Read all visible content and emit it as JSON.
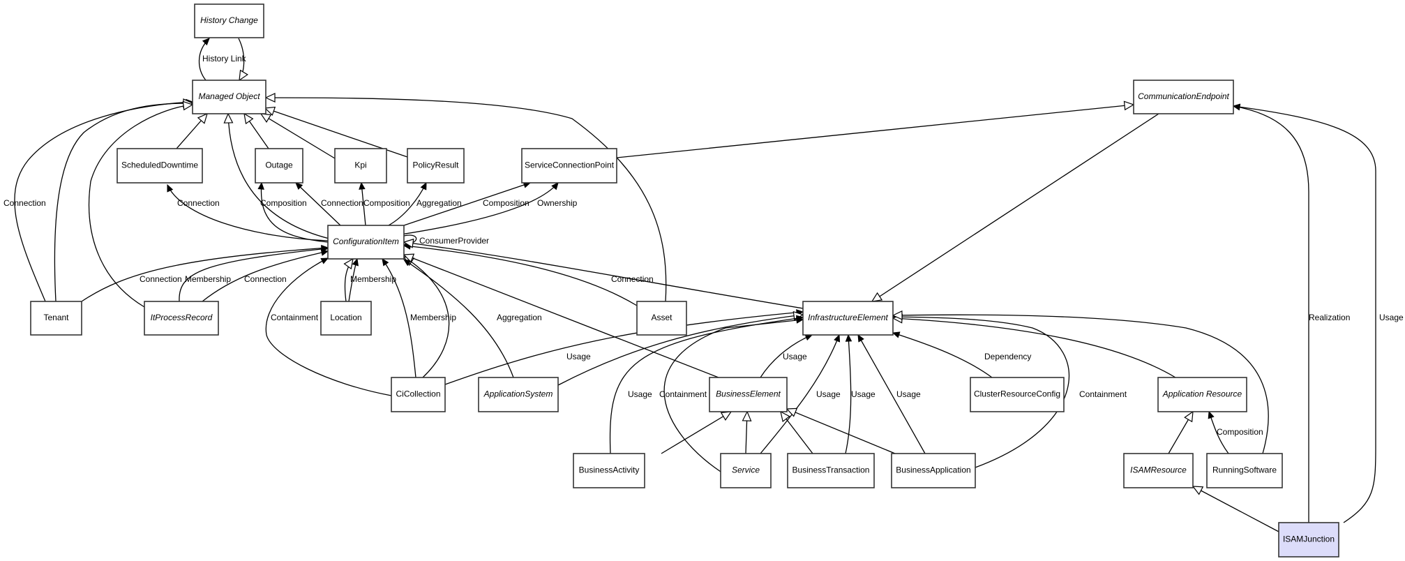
{
  "diagram": {
    "title": "CMDB class model",
    "classes": [
      {
        "id": "history_change",
        "label": "History Change",
        "abstract": true
      },
      {
        "id": "managed_object",
        "label": "Managed Object",
        "abstract": true
      },
      {
        "id": "communication_endpoint",
        "label": "CommunicationEndpoint",
        "abstract": true
      },
      {
        "id": "scheduled_downtime",
        "label": "ScheduledDowntime",
        "abstract": false
      },
      {
        "id": "outage",
        "label": "Outage",
        "abstract": false
      },
      {
        "id": "kpi",
        "label": "Kpi",
        "abstract": false
      },
      {
        "id": "policy_result",
        "label": "PolicyResult",
        "abstract": false
      },
      {
        "id": "service_connection_point",
        "label": "ServiceConnectionPoint",
        "abstract": false
      },
      {
        "id": "configuration_item",
        "label": "ConfigurationItem",
        "abstract": true
      },
      {
        "id": "tenant",
        "label": "Tenant",
        "abstract": false
      },
      {
        "id": "it_process_record",
        "label": "ItProcessRecord",
        "abstract": true
      },
      {
        "id": "location",
        "label": "Location",
        "abstract": false
      },
      {
        "id": "asset",
        "label": "Asset",
        "abstract": false
      },
      {
        "id": "infrastructure_element",
        "label": "InfrastructureElement",
        "abstract": true
      },
      {
        "id": "ci_collection",
        "label": "CiCollection",
        "abstract": false
      },
      {
        "id": "application_system",
        "label": "ApplicationSystem",
        "abstract": true
      },
      {
        "id": "business_element",
        "label": "BusinessElement",
        "abstract": true
      },
      {
        "id": "cluster_resource_config",
        "label": "ClusterResourceConfig",
        "abstract": false
      },
      {
        "id": "application_resource",
        "label": "Application Resource",
        "abstract": true
      },
      {
        "id": "business_activity",
        "label": "BusinessActivity",
        "abstract": false
      },
      {
        "id": "service",
        "label": "Service",
        "abstract": true
      },
      {
        "id": "business_transaction",
        "label": "BusinessTransaction",
        "abstract": false
      },
      {
        "id": "business_application",
        "label": "BusinessApplication",
        "abstract": false
      },
      {
        "id": "isam_resource",
        "label": "ISAMResource",
        "abstract": true
      },
      {
        "id": "running_software",
        "label": "RunningSoftware",
        "abstract": false
      },
      {
        "id": "isam_junction",
        "label": "ISAMJunction",
        "abstract": false,
        "highlighted": true,
        "fill": "#dcdcfa"
      }
    ],
    "relations": [
      {
        "from": "managed_object",
        "to": "history_change",
        "label": "History Link",
        "type": "association"
      },
      {
        "from": "history_change",
        "to": "managed_object",
        "label": "",
        "type": "generalization"
      },
      {
        "from": "scheduled_downtime",
        "to": "managed_object",
        "label": "",
        "type": "generalization"
      },
      {
        "from": "outage",
        "to": "managed_object",
        "label": "",
        "type": "generalization"
      },
      {
        "from": "kpi",
        "to": "managed_object",
        "label": "",
        "type": "generalization"
      },
      {
        "from": "policy_result",
        "to": "managed_object",
        "label": "",
        "type": "generalization"
      },
      {
        "from": "configuration_item",
        "to": "managed_object",
        "label": "",
        "type": "generalization"
      },
      {
        "from": "asset",
        "to": "managed_object",
        "label": "",
        "type": "generalization"
      },
      {
        "from": "tenant",
        "to": "managed_object",
        "label": "Connection",
        "type": "association"
      },
      {
        "from": "tenant",
        "to": "managed_object",
        "label": "",
        "type": "generalization"
      },
      {
        "from": "it_process_record",
        "to": "managed_object",
        "label": "",
        "type": "generalization"
      },
      {
        "from": "configuration_item",
        "to": "scheduled_downtime",
        "label": "Connection",
        "type": "association"
      },
      {
        "from": "configuration_item",
        "to": "outage",
        "label": "Composition",
        "type": "association"
      },
      {
        "from": "configuration_item",
        "to": "outage",
        "label": "Connection",
        "type": "association"
      },
      {
        "from": "configuration_item",
        "to": "kpi",
        "label": "Composition",
        "type": "association"
      },
      {
        "from": "configuration_item",
        "to": "policy_result",
        "label": "Aggregation",
        "type": "association"
      },
      {
        "from": "configuration_item",
        "to": "service_connection_point",
        "label": "Composition",
        "type": "association"
      },
      {
        "from": "configuration_item",
        "to": "service_connection_point",
        "label": "Ownership",
        "type": "association"
      },
      {
        "from": "configuration_item",
        "to": "configuration_item",
        "label": "ConsumerProvider",
        "type": "association"
      },
      {
        "from": "service_connection_point",
        "to": "communication_endpoint",
        "label": "",
        "type": "generalization"
      },
      {
        "from": "tenant",
        "to": "configuration_item",
        "label": "Connection",
        "type": "association"
      },
      {
        "from": "it_process_record",
        "to": "configuration_item",
        "label": "Membership",
        "type": "association"
      },
      {
        "from": "it_process_record",
        "to": "configuration_item",
        "label": "Connection",
        "type": "association"
      },
      {
        "from": "location",
        "to": "configuration_item",
        "label": "",
        "type": "generalization"
      },
      {
        "from": "location",
        "to": "configuration_item",
        "label": "Membership",
        "type": "association"
      },
      {
        "from": "ci_collection",
        "to": "configuration_item",
        "label": "Containment",
        "type": "association"
      },
      {
        "from": "ci_collection",
        "to": "configuration_item",
        "label": "Membership",
        "type": "association"
      },
      {
        "from": "ci_collection",
        "to": "configuration_item",
        "label": "",
        "type": "generalization"
      },
      {
        "from": "application_system",
        "to": "configuration_item",
        "label": "Aggregation",
        "type": "association"
      },
      {
        "from": "business_element",
        "to": "configuration_item",
        "label": "",
        "type": "generalization"
      },
      {
        "from": "asset",
        "to": "configuration_item",
        "label": "Connection",
        "type": "association"
      },
      {
        "from": "infrastructure_element",
        "to": "configuration_item",
        "label": "",
        "type": "generalization"
      },
      {
        "from": "communication_endpoint",
        "to": "infrastructure_element",
        "label": "",
        "type": "generalization"
      },
      {
        "from": "ci_collection",
        "to": "infrastructure_element",
        "label": "Usage",
        "type": "association"
      },
      {
        "from": "application_system",
        "to": "infrastructure_element",
        "label": "",
        "type": "generalization"
      },
      {
        "from": "business_activity",
        "to": "infrastructure_element",
        "label": "Usage",
        "type": "association"
      },
      {
        "from": "service",
        "to": "infrastructure_element",
        "label": "Containment",
        "type": "association"
      },
      {
        "from": "business_element",
        "to": "infrastructure_element",
        "label": "Usage",
        "type": "association"
      },
      {
        "from": "service",
        "to": "infrastructure_element",
        "label": "Usage",
        "type": "association"
      },
      {
        "from": "business_transaction",
        "to": "infrastructure_element",
        "label": "Usage",
        "type": "association"
      },
      {
        "from": "business_application",
        "to": "infrastructure_element",
        "label": "Usage",
        "type": "association"
      },
      {
        "from": "cluster_resource_config",
        "to": "infrastructure_element",
        "label": "Dependency",
        "type": "association"
      },
      {
        "from": "business_application",
        "to": "infrastructure_element",
        "label": "Containment",
        "type": "association"
      },
      {
        "from": "application_resource",
        "to": "infrastructure_element",
        "label": "",
        "type": "generalization"
      },
      {
        "from": "running_software",
        "to": "infrastructure_element",
        "label": "",
        "type": "generalization"
      },
      {
        "from": "business_activity",
        "to": "business_element",
        "label": "",
        "type": "generalization"
      },
      {
        "from": "service",
        "to": "business_element",
        "label": "",
        "type": "generalization"
      },
      {
        "from": "business_transaction",
        "to": "business_element",
        "label": "",
        "type": "generalization"
      },
      {
        "from": "business_application",
        "to": "business_element",
        "label": "",
        "type": "generalization"
      },
      {
        "from": "isam_resource",
        "to": "application_resource",
        "label": "",
        "type": "generalization"
      },
      {
        "from": "running_software",
        "to": "application_resource",
        "label": "Composition",
        "type": "association"
      },
      {
        "from": "isam_junction",
        "to": "isam_resource",
        "label": "",
        "type": "generalization"
      },
      {
        "from": "isam_junction",
        "to": "communication_endpoint",
        "label": "Realization",
        "type": "association"
      },
      {
        "from": "isam_junction",
        "to": "communication_endpoint",
        "label": "Usage",
        "type": "association"
      }
    ]
  }
}
